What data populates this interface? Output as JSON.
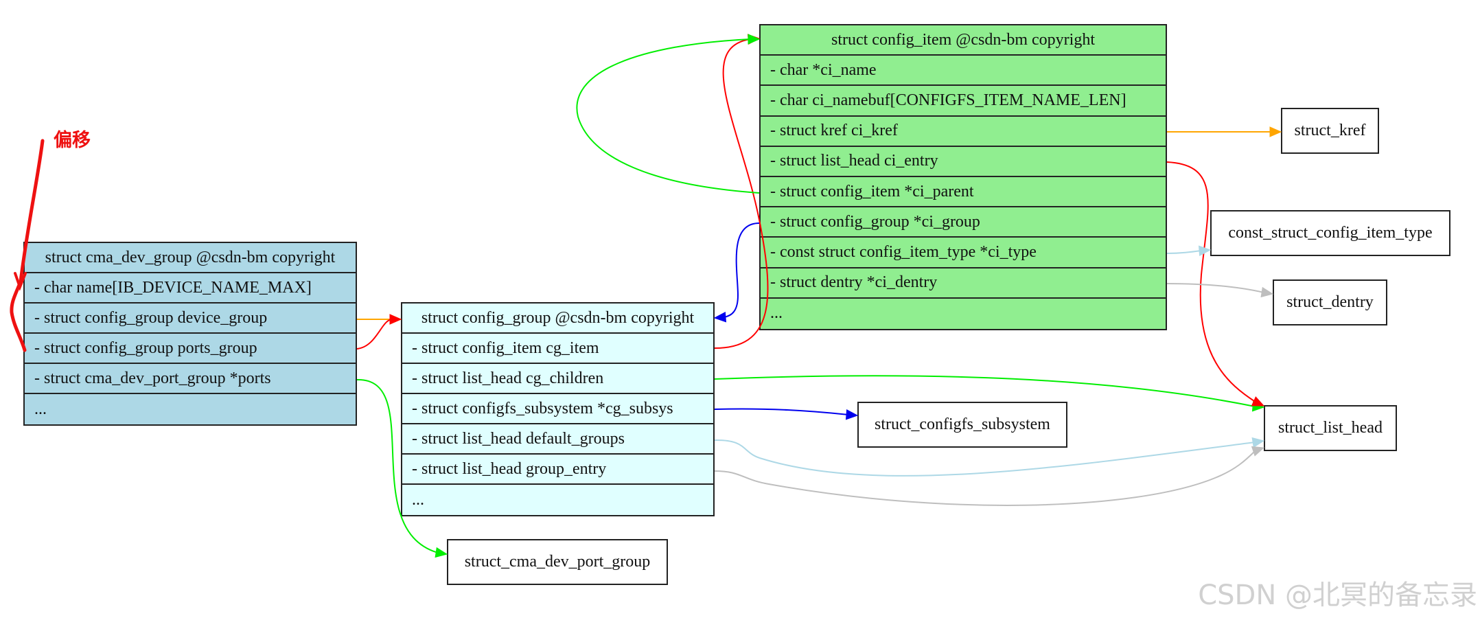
{
  "records": {
    "cma_dev_group": {
      "rows": [
        "struct cma_dev_group @csdn-bm copyright",
        "- char name[IB_DEVICE_NAME_MAX]",
        "- struct config_group device_group",
        "- struct config_group ports_group",
        "- struct cma_dev_port_group *ports",
        "..."
      ],
      "fill": "#add8e6"
    },
    "config_group": {
      "rows": [
        "struct config_group @csdn-bm copyright",
        "- struct config_item cg_item",
        "- struct list_head cg_children",
        "- struct configfs_subsystem *cg_subsys",
        "- struct list_head default_groups",
        "- struct list_head group_entry",
        "..."
      ],
      "fill": "#e0ffff"
    },
    "config_item": {
      "rows": [
        "struct config_item @csdn-bm copyright",
        "- char *ci_name",
        "- char ci_namebuf[CONFIGFS_ITEM_NAME_LEN]",
        "- struct kref ci_kref",
        "- struct list_head ci_entry",
        "- struct config_item *ci_parent",
        "- struct config_group *ci_group",
        "- const struct config_item_type *ci_type",
        "- struct dentry *ci_dentry",
        "..."
      ],
      "fill": "#90ee90"
    }
  },
  "boxes": {
    "struct_kref": "struct_kref",
    "const_struct_config_item_type": "const_struct_config_item_type",
    "struct_dentry": "struct_dentry",
    "struct_configfs_subsystem": "struct_configfs_subsystem",
    "struct_list_head": "struct_list_head",
    "struct_cma_dev_port_group": "struct_cma_dev_port_group"
  },
  "edges": [
    {
      "from": "cma_dev_group.device_group",
      "to": "config_group",
      "color": "#ffa500"
    },
    {
      "from": "cma_dev_group.ports_group",
      "to": "config_group",
      "color": "#ff0000"
    },
    {
      "from": "cma_dev_group.ports",
      "to": "struct_cma_dev_port_group",
      "color": "#00ee00"
    },
    {
      "from": "config_group.cg_item",
      "to": "config_item",
      "color": "#ff0000"
    },
    {
      "from": "config_group.cg_children",
      "to": "struct_list_head",
      "color": "#00ee00"
    },
    {
      "from": "config_group.cg_subsys",
      "to": "struct_configfs_subsystem",
      "color": "#0000ee"
    },
    {
      "from": "config_group.default_groups",
      "to": "struct_list_head",
      "color": "#add8e6"
    },
    {
      "from": "config_group.group_entry",
      "to": "struct_list_head",
      "color": "#bebebe"
    },
    {
      "from": "config_item.ci_parent",
      "to": "config_item",
      "color": "#00ee00"
    },
    {
      "from": "config_item.ci_group",
      "to": "config_group",
      "color": "#0000ee"
    },
    {
      "from": "config_item.ci_kref",
      "to": "struct_kref",
      "color": "#ffa500"
    },
    {
      "from": "config_item.ci_entry",
      "to": "struct_list_head",
      "color": "#ff0000"
    },
    {
      "from": "config_item.ci_type",
      "to": "const_struct_config_item_type",
      "color": "#add8e6"
    },
    {
      "from": "config_item.ci_dentry",
      "to": "struct_dentry",
      "color": "#bebebe"
    }
  ],
  "annotation": {
    "label": "偏移",
    "color": "#ee1111"
  },
  "watermark": "CSDN @北冥的备忘录"
}
